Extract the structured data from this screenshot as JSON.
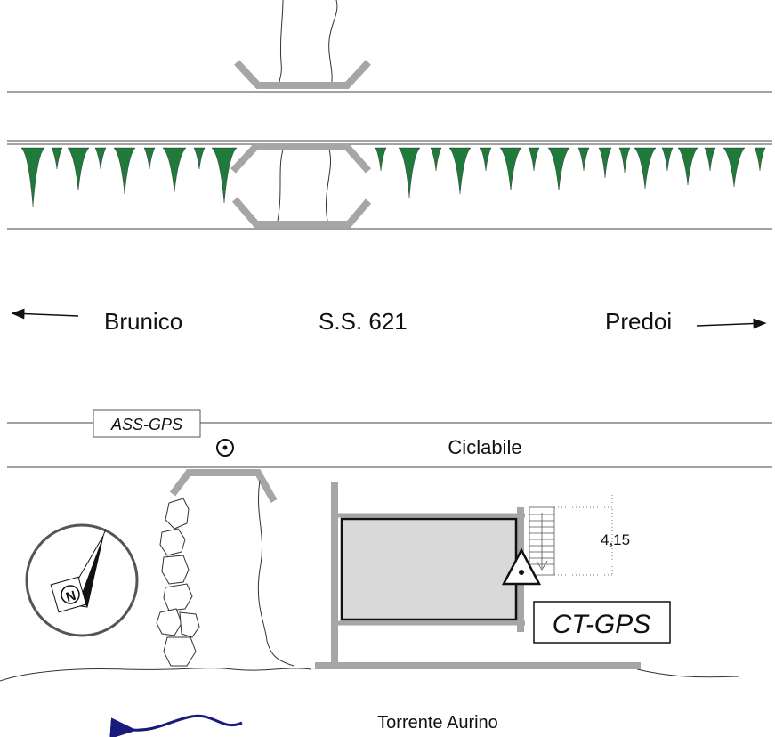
{
  "labels": {
    "left_town": "Brunico",
    "road": "S.S. 621",
    "right_town": "Predoi",
    "bike_path": "Ciclabile",
    "ass_station": "ASS-GPS",
    "ct_station": "CT-GPS",
    "distance": "4,15",
    "river": "Torrente Aurino",
    "north": "N"
  },
  "colors": {
    "line": "#333333",
    "wall": "#a6a6a6",
    "trees": "#1f7a3c",
    "building_fill": "#d9d9d9",
    "river_arrow": "#1a1a7a"
  },
  "icons": {
    "benchmark": "circle-dot-icon",
    "gps_station": "triangle-dot-icon",
    "compass": "compass-icon",
    "stairs": "stairs-icon"
  }
}
